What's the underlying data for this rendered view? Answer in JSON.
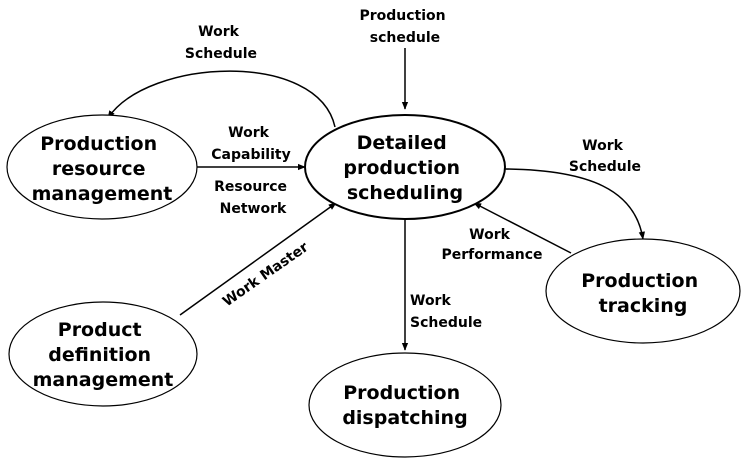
{
  "nodes": {
    "scheduling": {
      "lines": [
        "Detailed",
        "production",
        "scheduling"
      ]
    },
    "resource": {
      "lines": [
        "Production",
        "resource",
        "management"
      ]
    },
    "definition": {
      "lines": [
        "Product",
        "definition",
        "management"
      ]
    },
    "dispatching": {
      "lines": [
        "Production",
        "dispatching"
      ]
    },
    "tracking": {
      "lines": [
        "Production",
        "tracking"
      ]
    }
  },
  "edges": {
    "schedule_in": {
      "lines": [
        "Production",
        "schedule"
      ]
    },
    "work_schedule_resource": {
      "lines": [
        "Work",
        "Schedule"
      ]
    },
    "work_capability": {
      "lines": [
        "Work",
        "Capability"
      ]
    },
    "resource_network": {
      "lines": [
        "Resource",
        "Network"
      ]
    },
    "work_master": {
      "lines": [
        "Work Master"
      ]
    },
    "work_schedule_dispatch": {
      "lines": [
        "Work",
        "Schedule"
      ]
    },
    "work_schedule_tracking": {
      "lines": [
        "Work",
        "Schedule"
      ]
    },
    "work_performance": {
      "lines": [
        "Work",
        "Performance"
      ]
    }
  }
}
